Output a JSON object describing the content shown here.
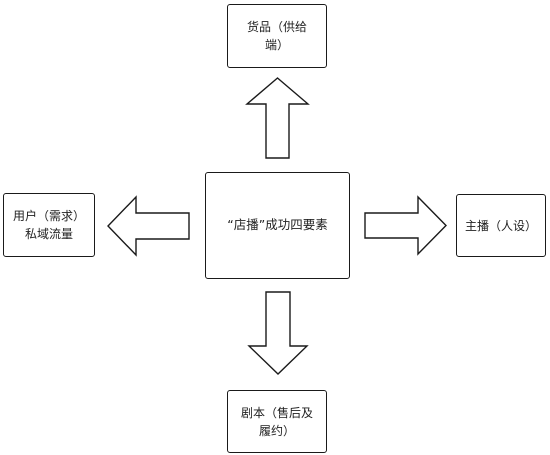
{
  "diagram": {
    "center": {
      "label": "“店播”成功四要素"
    },
    "top": {
      "label": "货品（供给\n端）"
    },
    "left": {
      "label": "用户（需求）\n私域流量"
    },
    "right": {
      "label": "主播（人设）"
    },
    "bottom": {
      "label": "剧本（售后及\n履约）"
    }
  },
  "colors": {
    "stroke": "#1a1a1a",
    "fill": "#ffffff",
    "text": "#222222"
  }
}
